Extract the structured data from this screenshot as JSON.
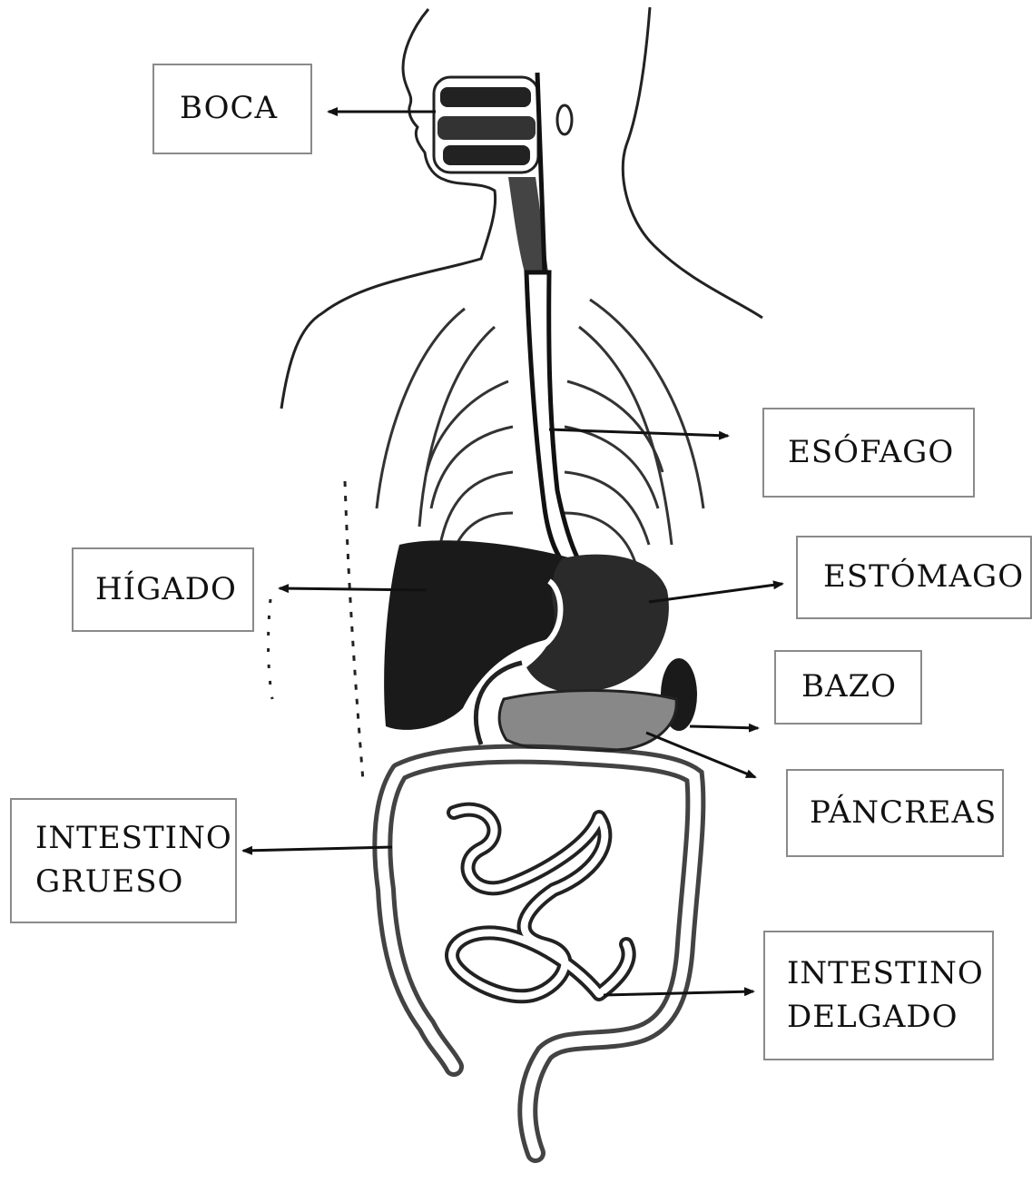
{
  "labels": {
    "boca": "BOCA",
    "esofago": "ESÓFAGO",
    "estomago": "ESTÓMAGO",
    "higado": "HÍGADO",
    "bazo": "BAZO",
    "pancreas": "PÁNCREAS",
    "intestino_grueso": [
      "INTESTINO",
      "GRUESO"
    ],
    "intestino_delgado": [
      "INTESTINO",
      "DELGADO"
    ]
  },
  "colors": {
    "ink": "#111111",
    "box_border": "#8a8a8a",
    "background": "#ffffff"
  }
}
